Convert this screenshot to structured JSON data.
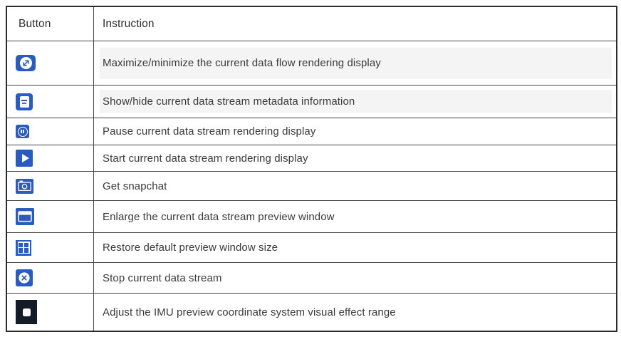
{
  "table": {
    "headers": {
      "button": "Button",
      "instruction": "Instruction"
    },
    "rows": [
      {
        "icon": "expand-icon",
        "instruction": "Maximize/minimize the current data flow rendering display",
        "highlighted": true
      },
      {
        "icon": "metadata-icon",
        "instruction": "Show/hide current data stream metadata information",
        "highlighted": true
      },
      {
        "icon": "pause-icon",
        "instruction": "Pause current data stream rendering display",
        "highlighted": false
      },
      {
        "icon": "play-icon",
        "instruction": "Start current data stream rendering display",
        "highlighted": false
      },
      {
        "icon": "camera-icon",
        "instruction": "Get snapchat",
        "highlighted": false
      },
      {
        "icon": "enlarge-window-icon",
        "instruction": "Enlarge the current data stream preview window",
        "highlighted": false
      },
      {
        "icon": "grid-icon",
        "instruction": "Restore default preview window size",
        "highlighted": false
      },
      {
        "icon": "stop-icon",
        "instruction": "Stop current data stream",
        "highlighted": false
      },
      {
        "icon": "imu-range-icon",
        "instruction": "Adjust the IMU preview coordinate system visual effect range",
        "highlighted": false
      }
    ]
  },
  "colors": {
    "accent_blue": "#2a5cc0",
    "border_dark": "#2b2b2b",
    "row_line": "#454545",
    "highlight_bg": "#f4f4f5",
    "text": "#3a3a3a",
    "imu_bg": "#141b28",
    "imu_stripe": "#2f5db5",
    "imu_black": "#06080c",
    "imu_mid": "#1c2737"
  }
}
